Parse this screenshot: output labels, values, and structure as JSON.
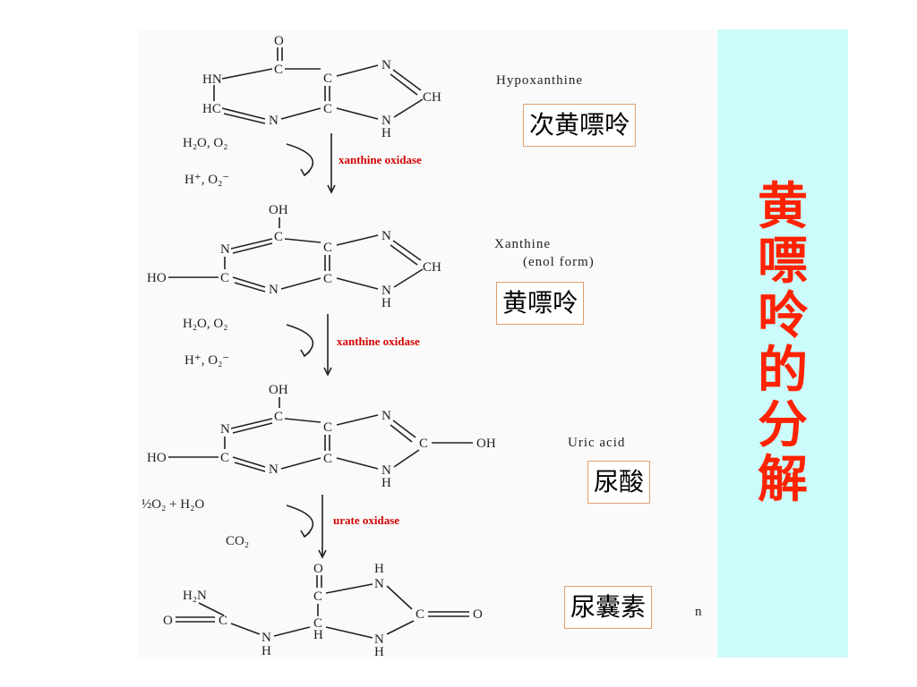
{
  "sidebar": {
    "title": "黄嘌呤的分解"
  },
  "compounds": {
    "hypoxanthine": {
      "name_en": "Hypoxanthine",
      "name_cn": "次黄嘌呤"
    },
    "xanthine": {
      "name_en_1": "Xanthine",
      "name_en_2": "(enol form)",
      "name_cn": "黄嘌呤"
    },
    "uric_acid": {
      "name_en": "Uric acid",
      "name_cn": "尿酸"
    },
    "allantoin": {
      "name_en_partial": "n",
      "name_cn": "尿囊素"
    }
  },
  "steps": [
    {
      "in": "H₂O, O₂",
      "out": "H⁺, O₂⁻",
      "enzyme": "xanthine oxidase"
    },
    {
      "in": "H₂O, O₂",
      "out": "H⁺, O₂⁻",
      "enzyme": "xanthine oxidase"
    },
    {
      "in": "½O₂ + H₂O",
      "out": "CO₂",
      "enzyme": "urate oxidase"
    }
  ]
}
